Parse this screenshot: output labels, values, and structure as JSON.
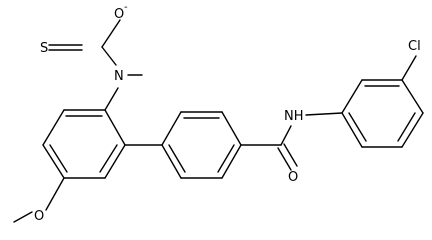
{
  "molecule": {
    "atom_labels": {
      "sulfur": "S",
      "thio_oxygen": "O",
      "thio_oxygen_charge": "-",
      "amine_nitrogen": "N",
      "amide_nitrogen": "NH",
      "carbonyl_oxygen": "O",
      "methoxy_oxygen": "O",
      "chlorine": "Cl"
    }
  }
}
